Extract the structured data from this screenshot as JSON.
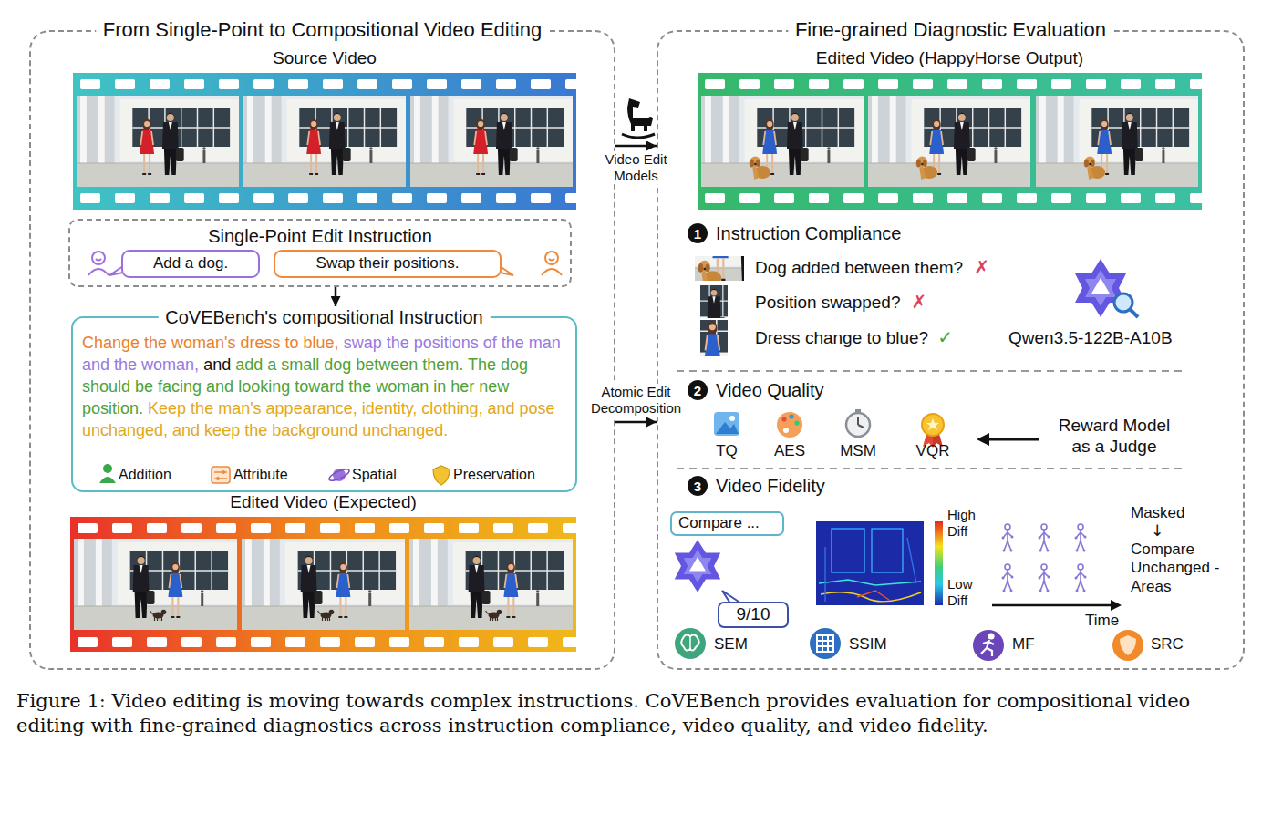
{
  "diagram": {
    "caption": "Figure 1: Video editing is moving towards complex instructions. CoVEBench provides evaluation for compositional video editing with fine-grained diagnostics across instruction compliance, video quality, and video fidelity.",
    "nodes": [
      {
        "text": [
          "From Single-Point to Compositional Video Editing"
        ]
      },
      {
        "text": [
          "Source Video"
        ],
        "in": 0
      },
      {
        "text": [
          "Single-Point Edit Instruction"
        ],
        "in": 0
      },
      {
        "text": [
          "Add a dog."
        ],
        "in": 2
      },
      {
        "text": [
          "Swap their positions."
        ],
        "in": 2
      },
      {
        "text": [
          "CoVEBench's compositional Instruction",
          "Change the woman's dress to blue,",
          "swap the positions of the man and the woman,",
          "and",
          "add a small dog between them. The dog should be facing and looking toward the woman in her new position.",
          "Keep the man's appearance, identity, clothing, and pose unchanged, and keep the background unchanged."
        ],
        "in": 0
      },
      {
        "text": [
          "Edited Video (Expected)"
        ],
        "in": 0
      },
      {
        "text": [
          "Fine-grained Diagnostic Evaluation"
        ]
      },
      {
        "text": [
          "Edited Video (HappyHorse Output)"
        ],
        "in": 7
      },
      {
        "text": [
          "Compare ..."
        ],
        "in": 7
      },
      {
        "text": [
          "9/10"
        ],
        "in": 7
      }
    ],
    "edges": [
      {
        "from": 0,
        "to": 7,
        "arrow": "to",
        "label": "Video Edit Models"
      },
      {
        "from": 2,
        "to": 5,
        "arrow": "to"
      },
      {
        "from": 0,
        "to": 7,
        "arrow": "to",
        "label": "Atomic Edit Decomposition"
      }
    ],
    "labels": [
      "1",
      "Instruction Compliance",
      "Dog added between them?",
      "✗",
      "Position swapped?",
      "✗",
      "Dress change to blue?",
      "✓",
      "Qwen3.5-122B-A10B",
      "2",
      "Video Quality",
      "TQ",
      "AES",
      "MSM",
      "VQR",
      "Reward Model as a Judge",
      "3",
      "Video Fidelity",
      "High Diff",
      "Low Diff",
      "Time",
      "Masked",
      "↓",
      "Compare Unchanged -Areas",
      "SEM",
      "SSIM",
      "MF",
      "SRC"
    ],
    "legend": [
      {
        "text": "Addition"
      },
      {
        "text": "Attribute"
      },
      {
        "text": "Spatial"
      },
      {
        "text": "Preservation"
      }
    ]
  }
}
